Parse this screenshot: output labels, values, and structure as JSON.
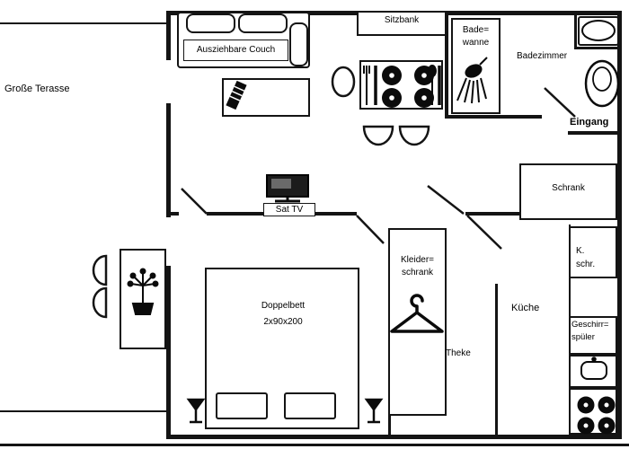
{
  "labels": {
    "terrace": "Große Terasse",
    "couch": "Ausziehbare Couch",
    "bench": "Sitzbank",
    "bath1": "Bade=",
    "bath2": "wanne",
    "bathroom": "Badezimmer",
    "entrance": "Eingang",
    "closet": "Schrank",
    "tv": "Sat TV",
    "wardrobe1": "Kleider=",
    "wardrobe2": "schrank",
    "bed": "Doppelbett",
    "bed_size": "2x90x200",
    "counter": "Theke",
    "kitchen": "Küche",
    "cab1": "K.",
    "cab2": "schr.",
    "dish1": "Geschirr=",
    "dish2": "spüler"
  },
  "icons": [
    "couch",
    "coffee-table",
    "remote",
    "dining-table",
    "plate",
    "cutlery",
    "chair",
    "shower",
    "bathtub",
    "bath-sink",
    "tv",
    "wardrobe-hanger",
    "double-bed",
    "pillow",
    "floor-lamp",
    "potted-plant",
    "terrace-chair",
    "kitchen-sink",
    "stove-burner",
    "door-swing"
  ],
  "colors": {
    "wall": "#141414",
    "ink": "#0b0b0b",
    "bg": "#ffffff"
  }
}
